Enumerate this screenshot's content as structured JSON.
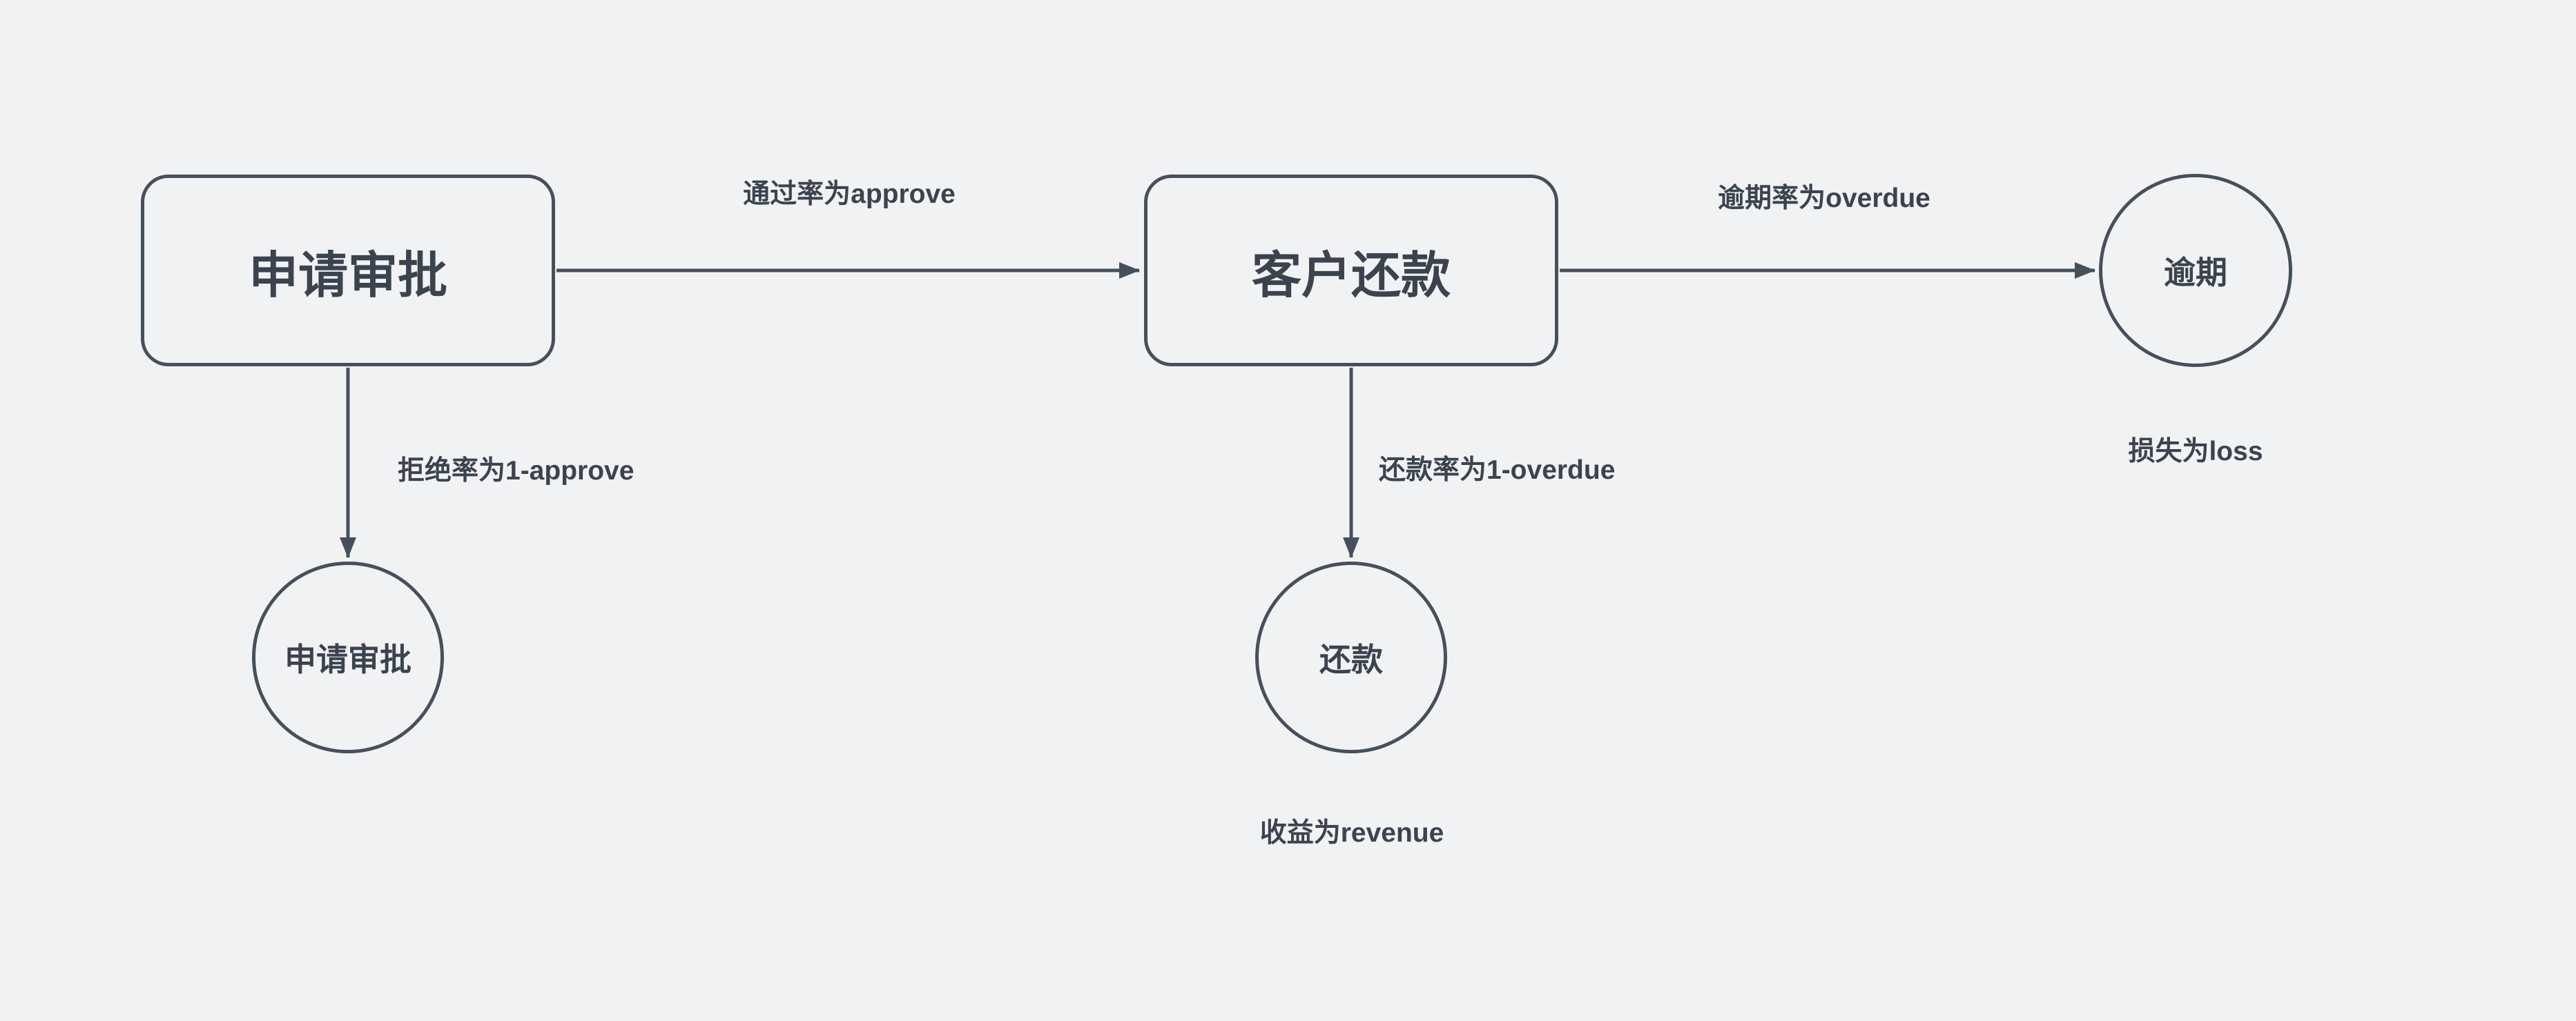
{
  "canvas": {
    "background_color": "#f1f2f4",
    "stroke_color": "#46505b",
    "text_color": "#3b444e"
  },
  "nodes": [
    {
      "id": "approval-process",
      "shape": "rounded-rect",
      "label": "申请审批"
    },
    {
      "id": "customer-repayment-process",
      "shape": "rounded-rect",
      "label": "客户还款"
    },
    {
      "id": "overdue-end",
      "shape": "circle",
      "label": "逾期"
    },
    {
      "id": "rejected-end",
      "shape": "circle",
      "label": "申请审批"
    },
    {
      "id": "repaid-end",
      "shape": "circle",
      "label": "还款"
    }
  ],
  "edges": [
    {
      "id": "approve-edge",
      "from": "申请审批",
      "to": "客户还款",
      "label": "通过率为approve"
    },
    {
      "id": "overdue-edge",
      "from": "客户还款",
      "to": "逾期",
      "label": "逾期率为overdue"
    },
    {
      "id": "reject-edge",
      "from": "申请审批",
      "to": "申请审批",
      "label": "拒绝率为1-approve"
    },
    {
      "id": "repay-edge",
      "from": "客户还款",
      "to": "还款",
      "label": "还款率为1-overdue"
    }
  ],
  "annotations": [
    {
      "id": "loss-note",
      "label": "损失为loss"
    },
    {
      "id": "revenue-note",
      "label": "收益为revenue"
    }
  ]
}
